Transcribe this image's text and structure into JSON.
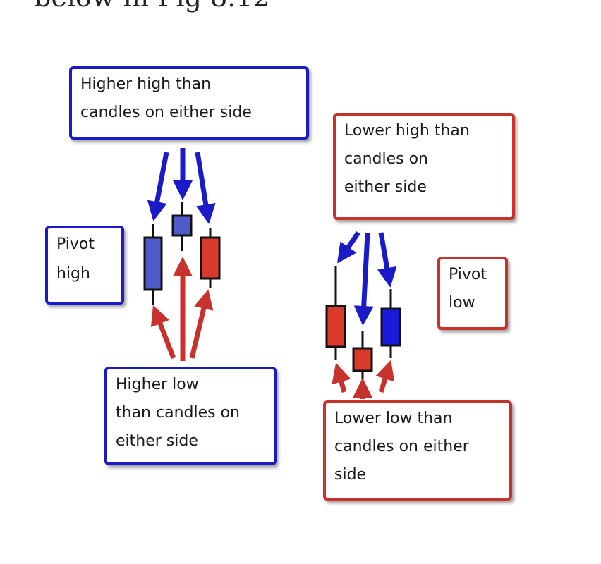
{
  "caption": "below in Fig 8.12",
  "colors": {
    "blue": "#1a1ac8",
    "red": "#c8322d",
    "blue_candle": "#4f5bc9",
    "red_candle": "#d93a2c",
    "wick": "#111111"
  },
  "pivot_high": {
    "box_label": "Pivot\nhigh",
    "top_note": "Higher high than\ncandles on either side",
    "bottom_note": "Higher low\nthan candles on\neither side"
  },
  "pivot_low": {
    "box_label": "Pivot\nlow",
    "top_note": "Lower high than\ncandles on\neither side",
    "bottom_note": "Lower low than\ncandles on either\nside"
  }
}
